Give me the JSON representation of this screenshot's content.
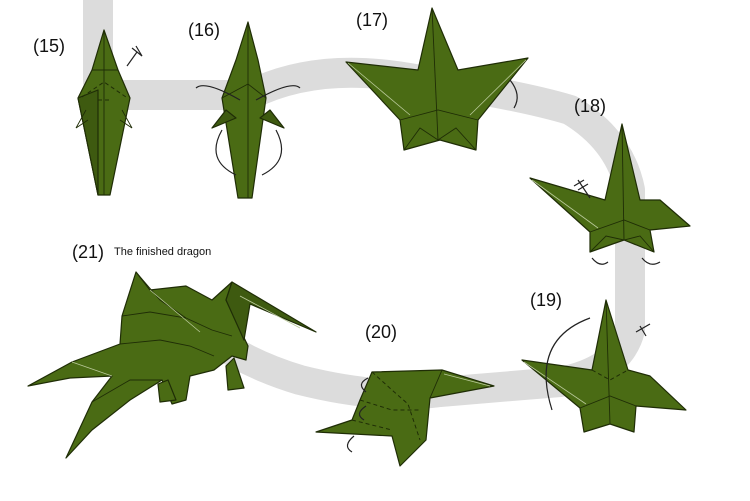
{
  "steps": [
    {
      "id": "15",
      "label": "(15)"
    },
    {
      "id": "16",
      "label": "(16)"
    },
    {
      "id": "17",
      "label": "(17)"
    },
    {
      "id": "18",
      "label": "(18)"
    },
    {
      "id": "19",
      "label": "(19)"
    },
    {
      "id": "20",
      "label": "(20)"
    },
    {
      "id": "21",
      "label": "(21)"
    }
  ],
  "final_caption": "The finished dragon",
  "colors": {
    "paper": "#4a6b14",
    "outline": "#1f2d06",
    "path_band": "#dcdcdc",
    "background": "#ffffff"
  }
}
